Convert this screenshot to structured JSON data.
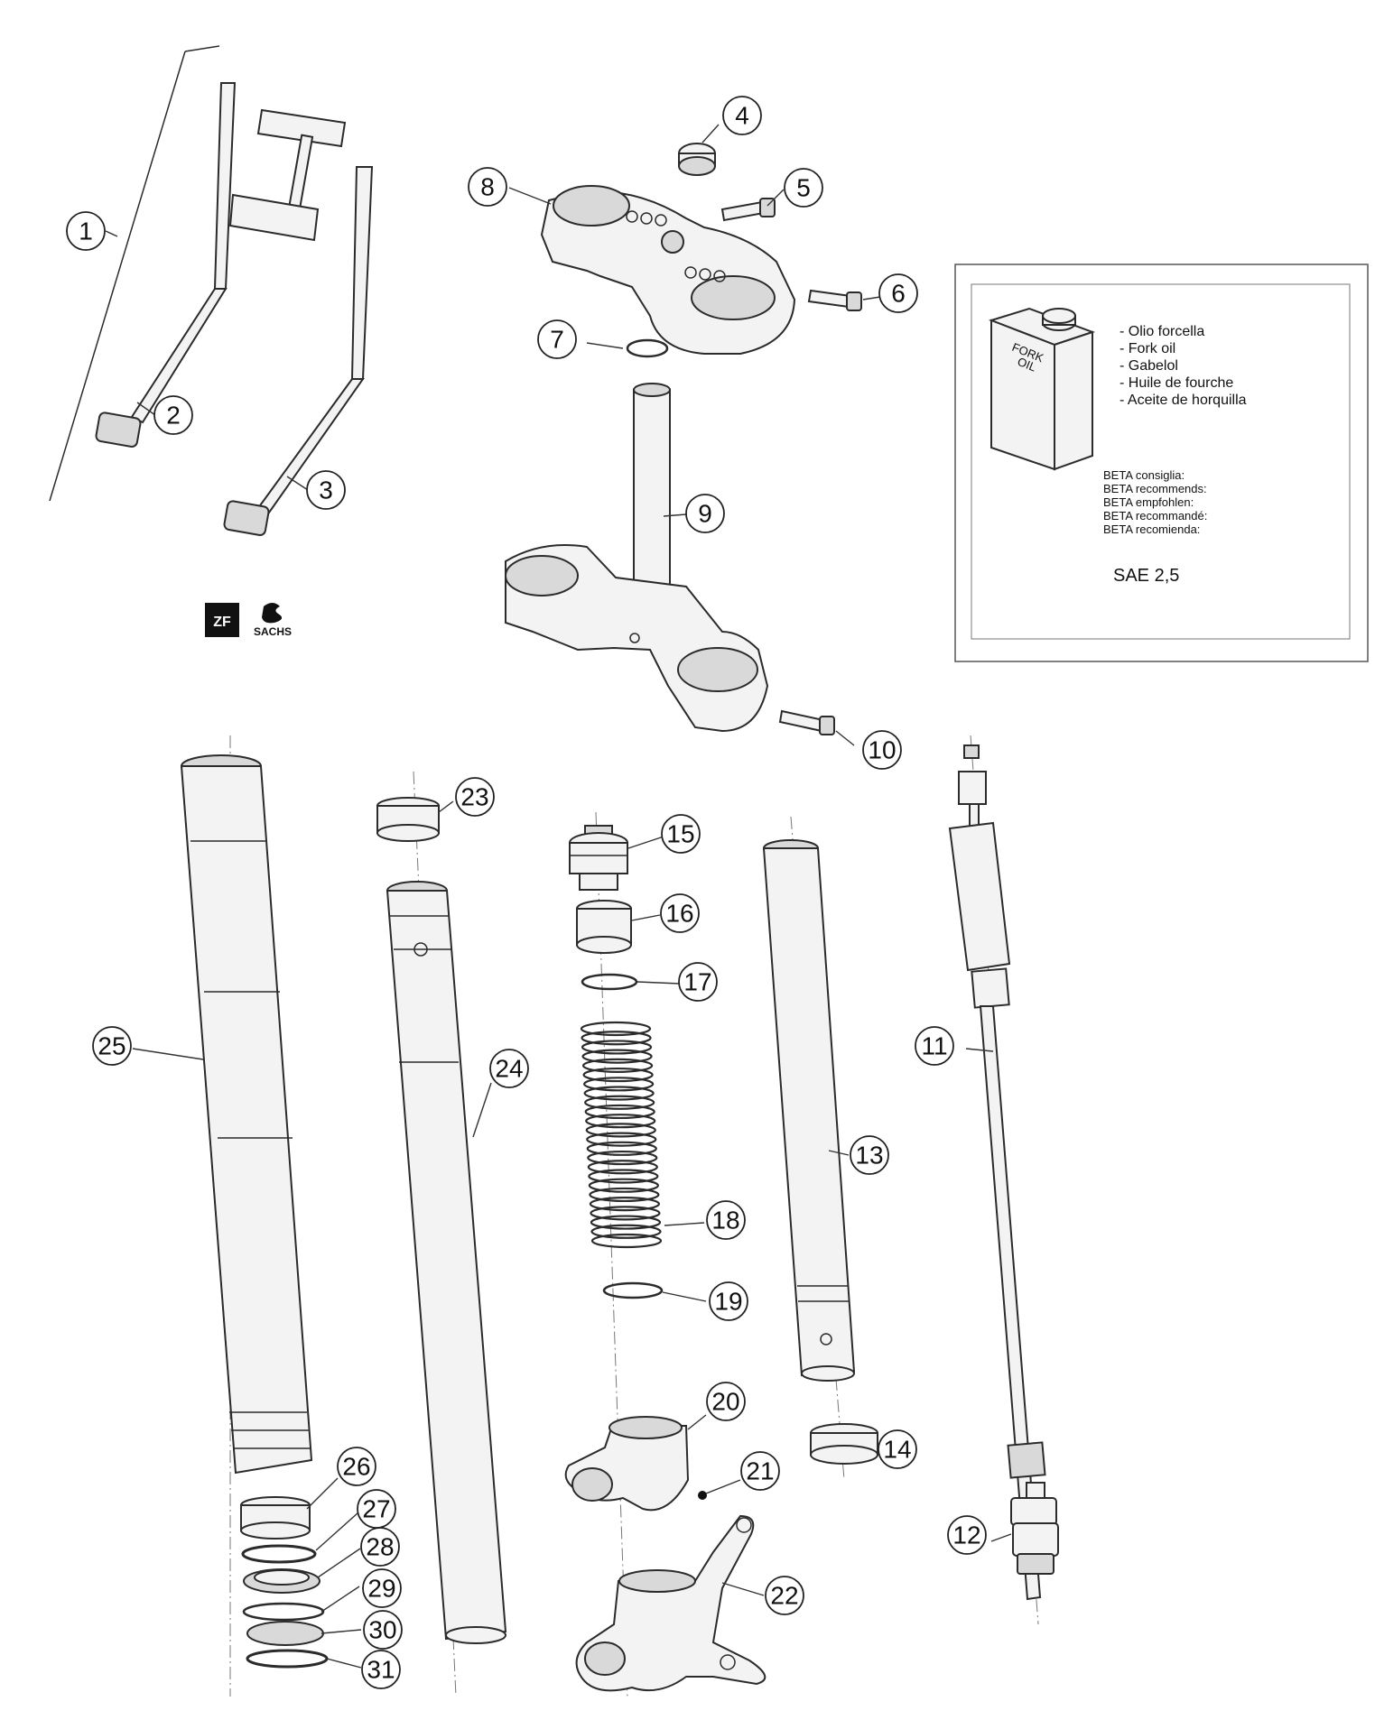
{
  "callouts": [
    "1",
    "2",
    "3",
    "4",
    "5",
    "6",
    "7",
    "8",
    "9",
    "10",
    "11",
    "12",
    "13",
    "14",
    "15",
    "16",
    "17",
    "18",
    "19",
    "20",
    "21",
    "22",
    "23",
    "24",
    "25",
    "26",
    "27",
    "28",
    "29",
    "30",
    "31"
  ],
  "oil_box": {
    "can_label_line1": "FORK",
    "can_label_line2": "OIL",
    "languages": [
      "- Olio forcella",
      "- Fork oil",
      "- Gabelol",
      "- Huile de fourche",
      "- Aceite de horquilla"
    ],
    "recommend_lines": [
      "BETA consiglia:",
      "BETA recommends:",
      "BETA empfohlen:",
      "BETA recommandé:",
      "BETA recomienda:"
    ],
    "oil_grade": "SAE 2,5"
  },
  "logos": {
    "zf": "ZF",
    "sachs": "SACHS"
  }
}
